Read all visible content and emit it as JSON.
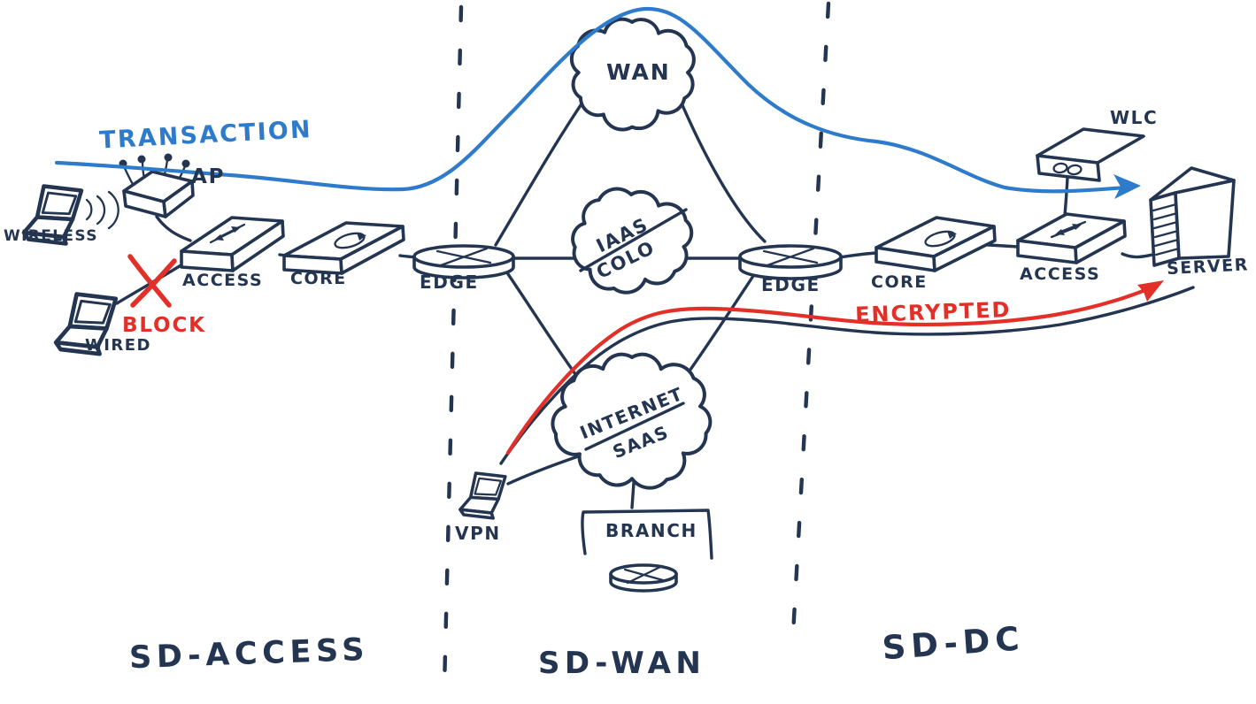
{
  "colors": {
    "background": "#ffffff",
    "ink": "#233550",
    "flow_blue": "#2f7bcb",
    "flow_red": "#e23028"
  },
  "flows": {
    "transaction": {
      "label": "TRANSACTION",
      "color": "#2f7bcb"
    },
    "encrypted": {
      "label": "ENCRYPTED",
      "color": "#e23028"
    },
    "block": {
      "label": "BLOCK",
      "color": "#e23028"
    }
  },
  "zones": {
    "sd_access": {
      "label": "SD-ACCESS"
    },
    "sd_wan": {
      "label": "SD-WAN"
    },
    "sd_dc": {
      "label": "SD-DC"
    }
  },
  "clouds": {
    "wan": {
      "label": "WAN"
    },
    "iaas_colo": {
      "top": "IAAS",
      "bottom": "COLO"
    },
    "internet_saas": {
      "top": "INTERNET",
      "bottom": "SAAS"
    }
  },
  "devices": {
    "ap": {
      "label": "AP"
    },
    "wlc": {
      "label": "WLC"
    },
    "server": {
      "label": "SERVER"
    },
    "branch": {
      "label": "BRANCH"
    },
    "access_left": {
      "label": "ACCESS"
    },
    "core_left": {
      "label": "CORE"
    },
    "edge_left": {
      "label": "EDGE"
    },
    "edge_right": {
      "label": "EDGE"
    },
    "core_right": {
      "label": "CORE"
    },
    "access_right": {
      "label": "ACCESS"
    }
  },
  "endpoints": {
    "wireless": {
      "label": "WIRELESS"
    },
    "wired": {
      "label": "WIRED"
    },
    "vpn": {
      "label": "VPN"
    }
  }
}
